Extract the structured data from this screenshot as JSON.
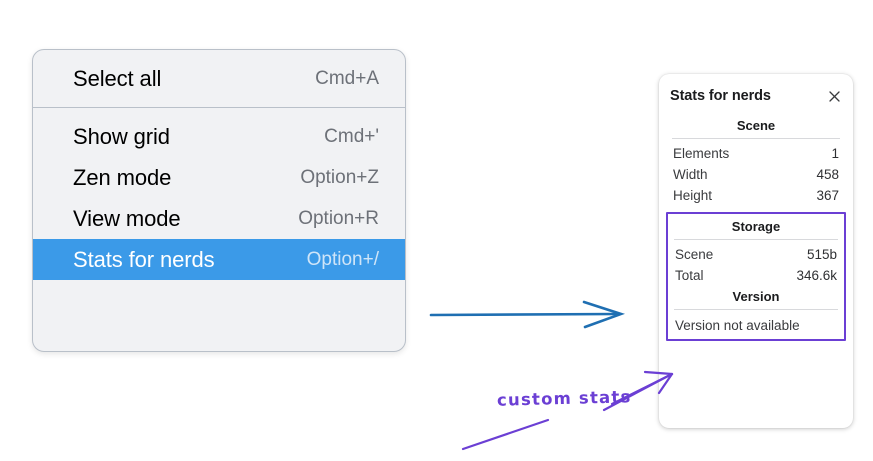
{
  "context_menu": {
    "name": "canvas-context-menu",
    "groups": [
      {
        "items": [
          {
            "label": "Select all",
            "shortcut": "Cmd+A",
            "selected": false
          }
        ]
      },
      {
        "items": [
          {
            "label": "Show grid",
            "shortcut": "Cmd+'",
            "selected": false
          },
          {
            "label": "Zen mode",
            "shortcut": "Option+Z",
            "selected": false
          },
          {
            "label": "View mode",
            "shortcut": "Option+R",
            "selected": false
          },
          {
            "label": "Stats for nerds",
            "shortcut": "Option+/",
            "selected": true
          }
        ]
      }
    ],
    "selected_item_label": "Stats for nerds",
    "highlight_color": "#3b9ae8"
  },
  "stats_panel": {
    "title": "Stats for nerds",
    "close_icon": "close-icon",
    "sections": [
      {
        "heading": "Scene",
        "rows": [
          {
            "label": "Elements",
            "value": "1"
          },
          {
            "label": "Width",
            "value": "458"
          },
          {
            "label": "Height",
            "value": "367"
          }
        ]
      },
      {
        "heading": "Storage",
        "rows": [
          {
            "label": "Scene",
            "value": "515b"
          },
          {
            "label": "Total",
            "value": "346.6k"
          }
        ]
      },
      {
        "heading": "Version",
        "plain_row": "Version not available"
      }
    ],
    "highlight_border_color": "#6b3fd4"
  },
  "annotations": {
    "flow_arrow_color": "#1f6fb2",
    "callout_text": "custom stats",
    "callout_color": "#6b3fd4"
  }
}
